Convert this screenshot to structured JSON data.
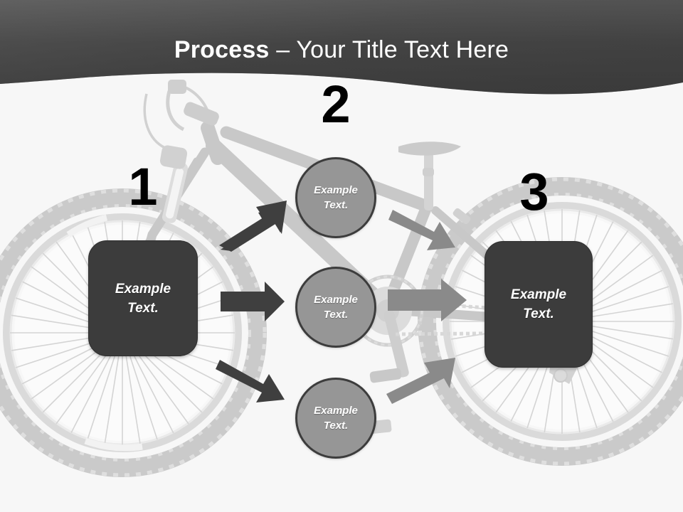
{
  "slide": {
    "background_color": "#f7f7f7",
    "background_image": "bicycle-watermark"
  },
  "header": {
    "title_bold": "Process",
    "title_rest": " – Your Title Text Here",
    "title_full": "Process – Your Title Text Here",
    "banner_color_start": "#6b6b6b",
    "banner_color_end": "#383838",
    "text_color": "#ffffff"
  },
  "steps": [
    {
      "number": "1",
      "shape": "rounded-rectangle",
      "label": "Example\nText.",
      "label_line1": "Example",
      "label_line2": "Text.",
      "fill_color": "#3c3c3c",
      "text_color": "#ffffff"
    },
    {
      "number": "2",
      "shape": "circle",
      "fill_color": "#969696",
      "border_color": "#3c3c3c",
      "text_color": "#ffffff",
      "items": [
        {
          "label_line1": "Example",
          "label_line2": "Text."
        },
        {
          "label_line1": "Example",
          "label_line2": "Text."
        },
        {
          "label_line1": "Example",
          "label_line2": "Text."
        }
      ]
    },
    {
      "number": "3",
      "shape": "rounded-rectangle",
      "label": "Example\nText.",
      "label_line1": "Example",
      "label_line2": "Text.",
      "fill_color": "#3c3c3c",
      "text_color": "#ffffff"
    }
  ],
  "arrows": {
    "left_group_color": "#3f3f3f",
    "right_group_color": "#8a8a8a",
    "left": [
      {
        "name": "arrow-box1-to-circle1",
        "direction": "up-right"
      },
      {
        "name": "arrow-box1-to-circle2",
        "direction": "right"
      },
      {
        "name": "arrow-box1-to-circle3",
        "direction": "down-right"
      }
    ],
    "right": [
      {
        "name": "arrow-circle1-to-box3",
        "direction": "down-right"
      },
      {
        "name": "arrow-circle2-to-box3",
        "direction": "right"
      },
      {
        "name": "arrow-circle3-to-box3",
        "direction": "up-right"
      }
    ]
  }
}
